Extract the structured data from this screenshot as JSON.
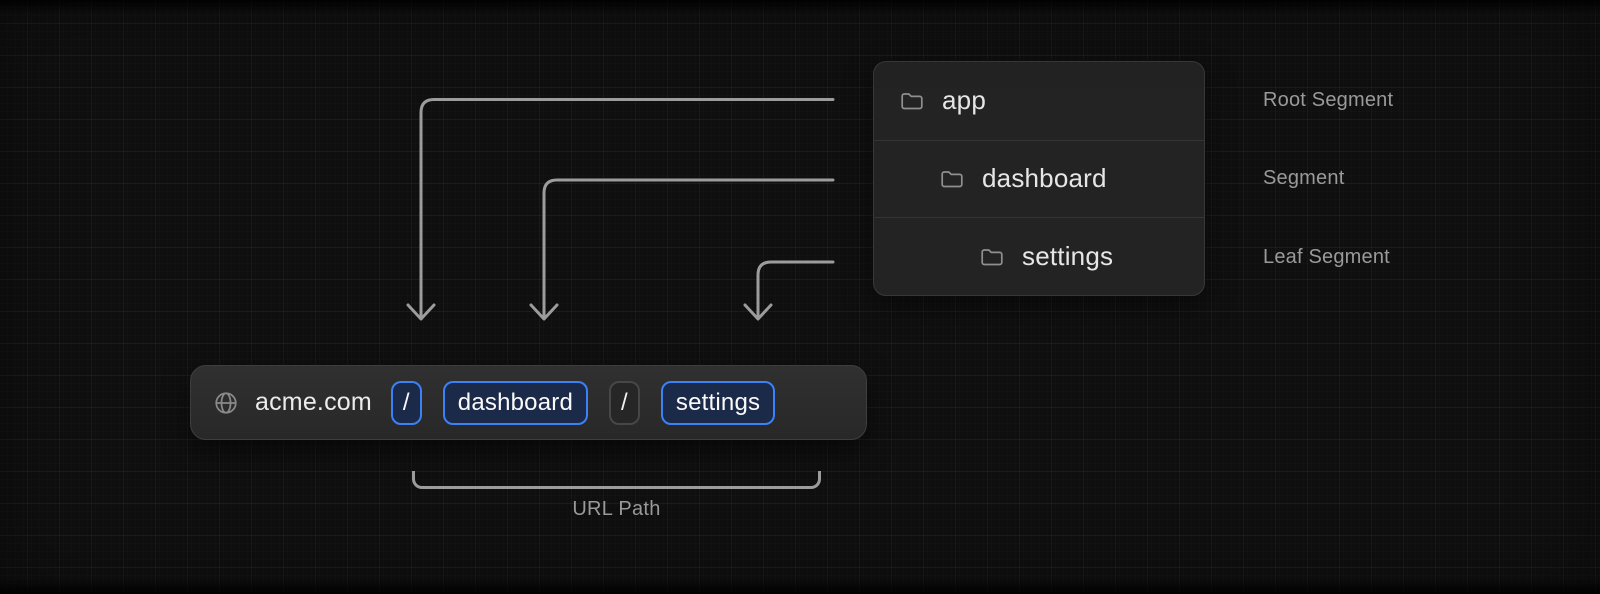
{
  "file_tree": {
    "rows": [
      {
        "name": "app",
        "icon": "folder-icon",
        "annotation": "Root Segment",
        "indent": 0
      },
      {
        "name": "dashboard",
        "icon": "folder-icon",
        "annotation": "Segment",
        "indent": 1
      },
      {
        "name": "settings",
        "icon": "folder-icon",
        "annotation": "Leaf Segment",
        "indent": 2
      }
    ]
  },
  "url_bar": {
    "icon": "globe-icon",
    "domain": "acme.com",
    "segments": [
      {
        "text": "/",
        "highlighted": true
      },
      {
        "text": "dashboard",
        "highlighted": true
      },
      {
        "text": "/",
        "highlighted": false
      },
      {
        "text": "settings",
        "highlighted": true
      }
    ]
  },
  "annotations": {
    "url_path_label": "URL Path"
  },
  "colors": {
    "accent_blue": "#3b82f6",
    "highlight_chip_bg": "#1c2a4a",
    "muted_chip_border": "#474747",
    "connector_gray": "#9c9c9c",
    "label_gray": "#9a9a9a",
    "panel_bg": "#232323",
    "url_bar_bg": "#2b2b2b",
    "canvas_bg": "#0f0f0f"
  }
}
